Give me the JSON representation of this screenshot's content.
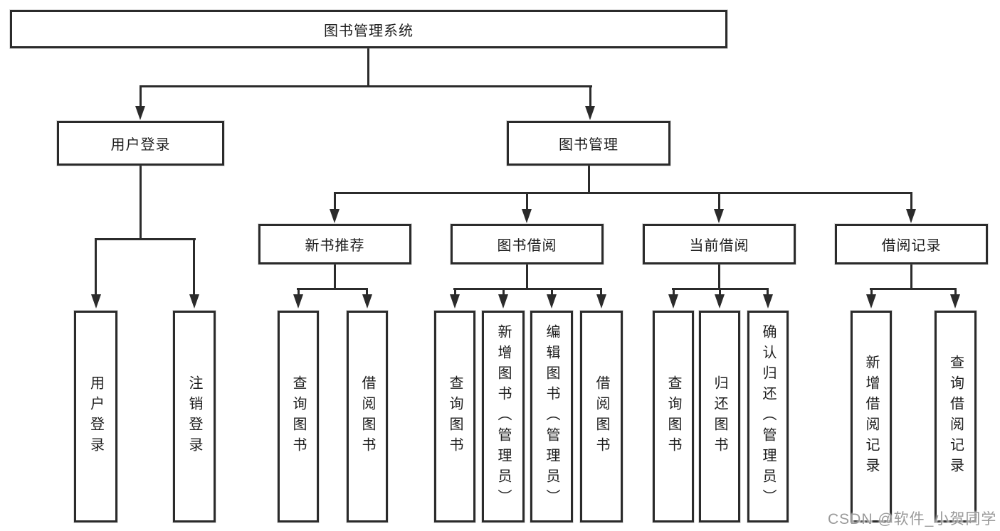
{
  "tree": {
    "label": "图书管理系统",
    "children": [
      {
        "label": "用户登录",
        "children": [
          {
            "label": "用户登录"
          },
          {
            "label": "注销登录"
          }
        ]
      },
      {
        "label": "图书管理",
        "children": [
          {
            "label": "新书推荐",
            "children": [
              {
                "label": "查询图书"
              },
              {
                "label": "借阅图书"
              }
            ]
          },
          {
            "label": "图书借阅",
            "children": [
              {
                "label": "查询图书"
              },
              {
                "label": "新增图书（管理员）"
              },
              {
                "label": "编辑图书（管理员）"
              },
              {
                "label": "借阅图书"
              }
            ]
          },
          {
            "label": "当前借阅",
            "children": [
              {
                "label": "查询图书"
              },
              {
                "label": "归还图书"
              },
              {
                "label": "确认归还（管理员）"
              }
            ]
          },
          {
            "label": "借阅记录",
            "children": [
              {
                "label": "新增借阅记录"
              },
              {
                "label": "查询借阅记录"
              }
            ]
          }
        ]
      }
    ]
  },
  "watermark": {
    "text": "CSDN @软件_小贺同学"
  },
  "colors": {
    "line": "#2b2b2b",
    "text": "#1e1e1e",
    "background": "#ffffff",
    "watermark": "#9a9a9a"
  }
}
